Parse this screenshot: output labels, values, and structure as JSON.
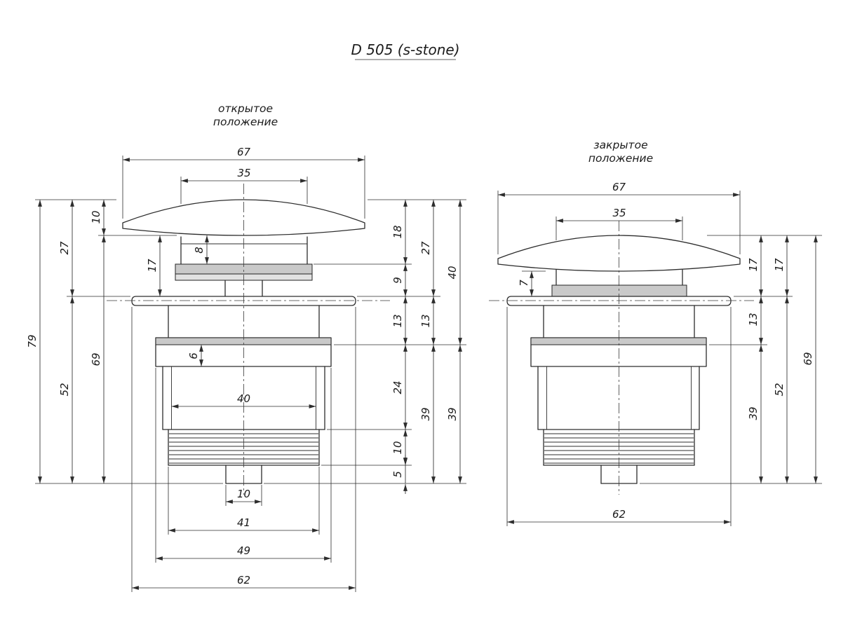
{
  "title": "D 505 (s-stone)",
  "open_view": {
    "label_line1": "открытое",
    "label_line2": "положение",
    "dims": {
      "width_outer": "67",
      "width_cap": "35",
      "left_total": "79",
      "left_upper": "27",
      "left_lower": "52",
      "left_cap_lift": "10",
      "left_body_total": "69",
      "inner_cap_to_flange": "17",
      "inner_stem": "8",
      "inner_flange_lip": "6",
      "inner_bore": "40",
      "right_cap_top": "18",
      "right_seal": "9",
      "right_flange_a": "13",
      "right_body_upper": "24",
      "right_thread": "10",
      "right_stub": "5",
      "right_cap_total": "27",
      "right_flange_b": "13",
      "right_body_a": "39",
      "right_upper_total": "40",
      "right_body_b": "39",
      "bottom_stub": "10",
      "bottom_thread": "41",
      "bottom_flange": "49",
      "bottom_outer": "62"
    }
  },
  "closed_view": {
    "label_line1": "закрытое",
    "label_line2": "положение",
    "dims": {
      "width_outer": "67",
      "width_cap": "35",
      "gap": "7",
      "right_cap_a": "17",
      "right_flange": "13",
      "right_body": "39",
      "right_cap_b": "17",
      "right_lower": "52",
      "right_total": "69",
      "bottom_width": "62"
    }
  }
}
